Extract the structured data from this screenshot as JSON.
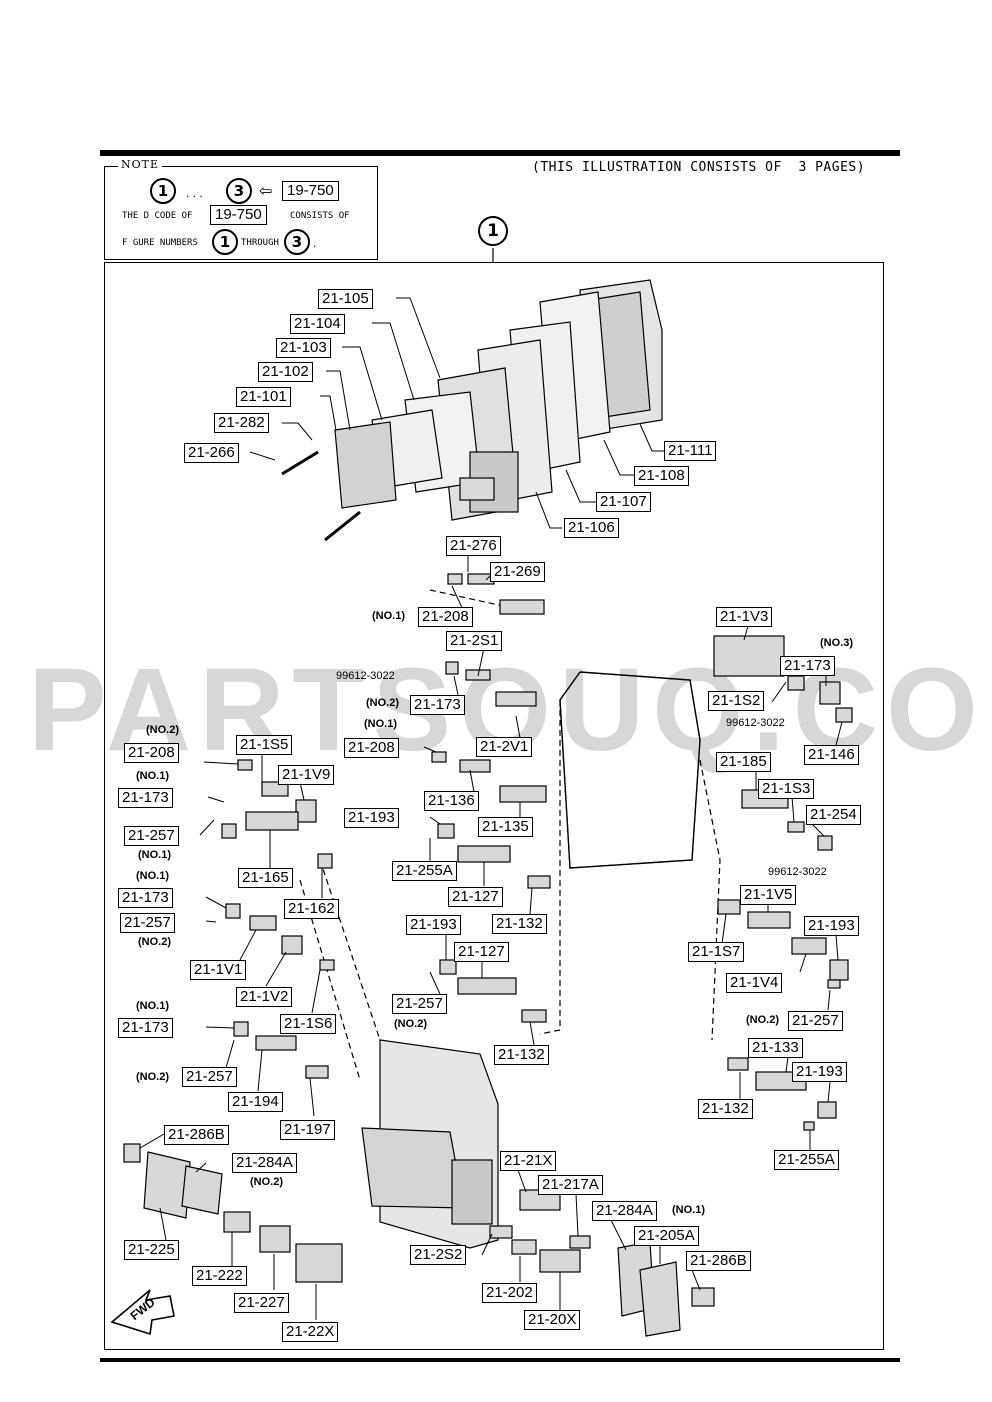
{
  "header": {
    "caption": "(THIS ILLUSTRATION CONSISTS OF  3 PAGES)"
  },
  "note": {
    "title": "NOTE",
    "range_start": "1",
    "dots": ". . .",
    "range_end": "3",
    "arrow": "⇦",
    "code": "19-750",
    "line2_pre": "THE D CODE OF",
    "line2_code": "19-750",
    "line2_post": "CONSISTS OF",
    "line3_pre": "F GURE NUMBERS",
    "line3_mid": "THROUGH",
    "line3_end": "."
  },
  "figure": {
    "marker": "1"
  },
  "watermark": {
    "text": "PARTSOUQ.COM"
  },
  "labels": [
    {
      "id": "21-105",
      "name": "label-21-105"
    },
    {
      "id": "21-104",
      "name": "label-21-104"
    },
    {
      "id": "21-103",
      "name": "label-21-103"
    },
    {
      "id": "21-102",
      "name": "label-21-102"
    },
    {
      "id": "21-101",
      "name": "label-21-101"
    },
    {
      "id": "21-282",
      "name": "label-21-282"
    },
    {
      "id": "21-266",
      "name": "label-21-266"
    },
    {
      "id": "21-111",
      "name": "label-21-111"
    },
    {
      "id": "21-108",
      "name": "label-21-108"
    },
    {
      "id": "21-107",
      "name": "label-21-107"
    },
    {
      "id": "21-106",
      "name": "label-21-106"
    },
    {
      "id": "21-276",
      "name": "label-21-276"
    },
    {
      "id": "21-269",
      "name": "label-21-269"
    },
    {
      "id": "21-208",
      "name": "label-21-208-no1-top"
    },
    {
      "id": "21-2S1",
      "name": "label-21-2s1"
    },
    {
      "id": "21-173",
      "name": "label-21-173-no2"
    },
    {
      "id": "21-2V1",
      "name": "label-21-2v1"
    },
    {
      "id": "21-208",
      "name": "label-21-208-no1-mid"
    },
    {
      "id": "21-136",
      "name": "label-21-136"
    },
    {
      "id": "21-135",
      "name": "label-21-135"
    },
    {
      "id": "21-193",
      "name": "label-21-193-a"
    },
    {
      "id": "21-255A",
      "name": "label-21-255a-a"
    },
    {
      "id": "21-127",
      "name": "label-21-127-a"
    },
    {
      "id": "21-132",
      "name": "label-21-132-a"
    },
    {
      "id": "21-193",
      "name": "label-21-193-b"
    },
    {
      "id": "21-127",
      "name": "label-21-127-b"
    },
    {
      "id": "21-257",
      "name": "label-21-257-no2-mid"
    },
    {
      "id": "21-132",
      "name": "label-21-132-b"
    },
    {
      "id": "21-208",
      "name": "label-21-208-no2"
    },
    {
      "id": "21-1S5",
      "name": "label-21-1s5"
    },
    {
      "id": "21-1V9",
      "name": "label-21-1v9"
    },
    {
      "id": "21-173",
      "name": "label-21-173-no1-a"
    },
    {
      "id": "21-257",
      "name": "label-21-257-no1"
    },
    {
      "id": "21-165",
      "name": "label-21-165"
    },
    {
      "id": "21-162",
      "name": "label-21-162"
    },
    {
      "id": "21-173",
      "name": "label-21-173-no1-b"
    },
    {
      "id": "21-257",
      "name": "label-21-257-no2-a"
    },
    {
      "id": "21-1V1",
      "name": "label-21-1v1"
    },
    {
      "id": "21-1V2",
      "name": "label-21-1v2"
    },
    {
      "id": "21-1S6",
      "name": "label-21-1s6"
    },
    {
      "id": "21-173",
      "name": "label-21-173-no1-c"
    },
    {
      "id": "21-257",
      "name": "label-21-257-no2-b"
    },
    {
      "id": "21-194",
      "name": "label-21-194"
    },
    {
      "id": "21-197",
      "name": "label-21-197"
    },
    {
      "id": "21-286B",
      "name": "label-21-286b-left"
    },
    {
      "id": "21-284A",
      "name": "label-21-284a-no2"
    },
    {
      "id": "21-225",
      "name": "label-21-225"
    },
    {
      "id": "21-222",
      "name": "label-21-222"
    },
    {
      "id": "21-227",
      "name": "label-21-227"
    },
    {
      "id": "21-22X",
      "name": "label-21-22x"
    },
    {
      "id": "21-21X",
      "name": "label-21-21x"
    },
    {
      "id": "21-217A",
      "name": "label-21-217a"
    },
    {
      "id": "21-284A",
      "name": "label-21-284a-no1"
    },
    {
      "id": "21-205A",
      "name": "label-21-205a"
    },
    {
      "id": "21-286B",
      "name": "label-21-286b-right"
    },
    {
      "id": "21-2S2",
      "name": "label-21-2s2"
    },
    {
      "id": "21-202",
      "name": "label-21-202"
    },
    {
      "id": "21-20X",
      "name": "label-21-20x"
    },
    {
      "id": "21-1V3",
      "name": "label-21-1v3"
    },
    {
      "id": "21-173",
      "name": "label-21-173-no3"
    },
    {
      "id": "21-1S2",
      "name": "label-21-1s2"
    },
    {
      "id": "21-146",
      "name": "label-21-146"
    },
    {
      "id": "21-185",
      "name": "label-21-185"
    },
    {
      "id": "21-1S3",
      "name": "label-21-1s3"
    },
    {
      "id": "21-254",
      "name": "label-21-254"
    },
    {
      "id": "21-1V5",
      "name": "label-21-1v5"
    },
    {
      "id": "21-1S7",
      "name": "label-21-1s7"
    },
    {
      "id": "21-193",
      "name": "label-21-193-c"
    },
    {
      "id": "21-1V4",
      "name": "label-21-1v4"
    },
    {
      "id": "21-257",
      "name": "label-21-257-no2-right"
    },
    {
      "id": "21-133",
      "name": "label-21-133"
    },
    {
      "id": "21-193",
      "name": "label-21-193-d"
    },
    {
      "id": "21-132",
      "name": "label-21-132-c"
    },
    {
      "id": "21-255A",
      "name": "label-21-255a-b"
    }
  ],
  "qualifiers": [
    {
      "text": "(NO.1)",
      "name": "qualifier-no1-208-top"
    },
    {
      "text": "(NO.2)",
      "name": "qualifier-no2-173"
    },
    {
      "text": "(NO.1)",
      "name": "qualifier-no1-208-mid"
    },
    {
      "text": "(NO.2)",
      "name": "qualifier-no2-257-mid"
    },
    {
      "text": "(NO.2)",
      "name": "qualifier-no2-208"
    },
    {
      "text": "(NO.1)",
      "name": "qualifier-no1-173-a"
    },
    {
      "text": "(NO.1)",
      "name": "qualifier-no1-257"
    },
    {
      "text": "(NO.1)",
      "name": "qualifier-no1-173-b"
    },
    {
      "text": "(NO.2)",
      "name": "qualifier-no2-257-a"
    },
    {
      "text": "(NO.1)",
      "name": "qualifier-no1-173-c"
    },
    {
      "text": "(NO.2)",
      "name": "qualifier-no2-257-b"
    },
    {
      "text": "(NO.2)",
      "name": "qualifier-no2-284a"
    },
    {
      "text": "(NO.1)",
      "name": "qualifier-no1-284a"
    },
    {
      "text": "(NO.3)",
      "name": "qualifier-no3-173"
    },
    {
      "text": "(NO.2)",
      "name": "qualifier-no2-257-right"
    }
  ],
  "part_numbers": [
    {
      "text": "99612-3022",
      "name": "part-number-99612-3022-a"
    },
    {
      "text": "99612-3022",
      "name": "part-number-99612-3022-b"
    },
    {
      "text": "99612-3022",
      "name": "part-number-99612-3022-c"
    }
  ],
  "fwd": {
    "text": "FWD"
  }
}
